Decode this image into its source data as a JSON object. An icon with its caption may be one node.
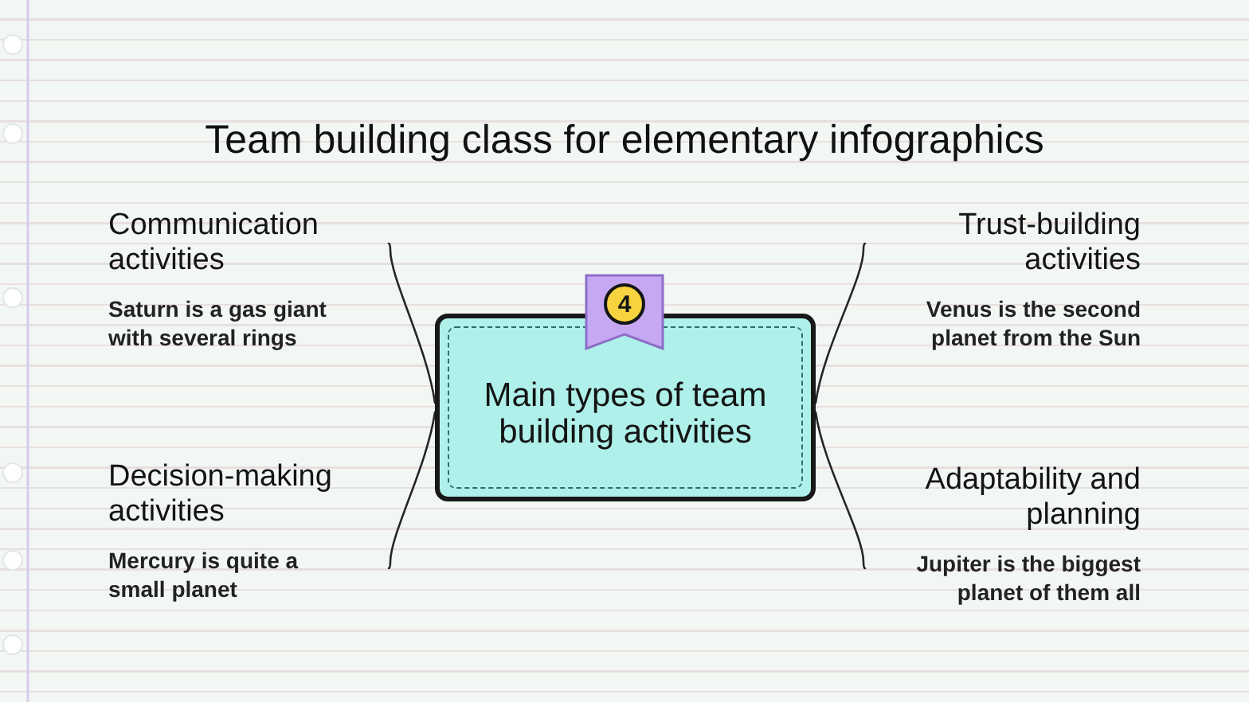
{
  "diagram": {
    "title": "Team building class for elementary infographics",
    "nodes": [
      {
        "text": [
          "4"
        ]
      },
      {
        "text": [
          "Main types of team building activities"
        ]
      },
      {
        "text": [
          "Communication activities",
          "Saturn is a gas giant with several rings"
        ]
      },
      {
        "text": [
          "Trust-building activities",
          "Venus is the second planet from the Sun"
        ]
      },
      {
        "text": [
          "Decision-making activities",
          "Mercury is quite a small planet"
        ]
      },
      {
        "text": [
          "Adaptability and planning",
          "Jupiter is the biggest planet of them all"
        ]
      }
    ],
    "edges": [
      {
        "from": 1,
        "to": 2,
        "arrow": "none"
      },
      {
        "from": 1,
        "to": 3,
        "arrow": "none"
      },
      {
        "from": 1,
        "to": 4,
        "arrow": "none"
      },
      {
        "from": 1,
        "to": 5,
        "arrow": "none"
      }
    ]
  }
}
